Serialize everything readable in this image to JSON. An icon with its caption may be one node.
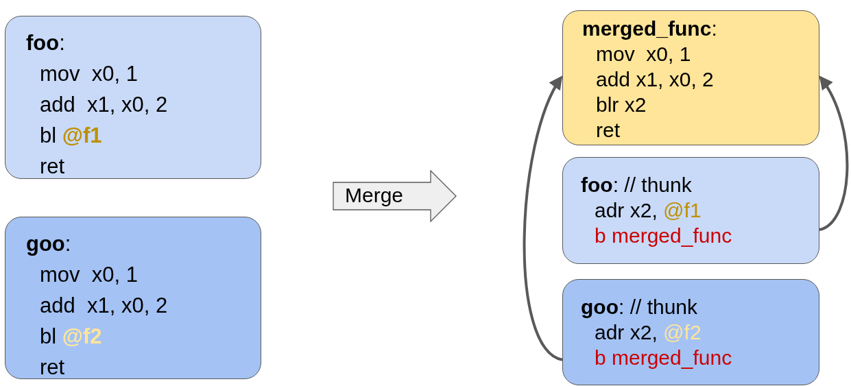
{
  "diagram": {
    "nodes": [
      {
        "text": [
          "**foo**:",
          "mov  x0, 1",
          "add  x1, x0, 2",
          "bl",
          "@f1",
          "ret"
        ]
      },
      {
        "text": [
          "**goo**:",
          "mov  x0, 1",
          "add  x1, x0, 2",
          "bl",
          "@f2",
          "ret"
        ]
      },
      {
        "text": [
          "Merge"
        ]
      },
      {
        "text": [
          "**merged_func**:",
          "mov  x0, 1",
          "add x1, x0, 2",
          "blr x2",
          "ret"
        ]
      },
      {
        "text": [
          "**foo**: // thunk",
          "adr x2,",
          "@f1",
          "b merged_func"
        ]
      },
      {
        "text": [
          "**goo**: // thunk",
          "adr x2,",
          "@f2",
          "b merged_func"
        ]
      }
    ],
    "edges": [
      {
        "from": 4,
        "to": 3,
        "arrow": "to"
      },
      {
        "from": 5,
        "to": 3,
        "arrow": "to"
      }
    ]
  }
}
